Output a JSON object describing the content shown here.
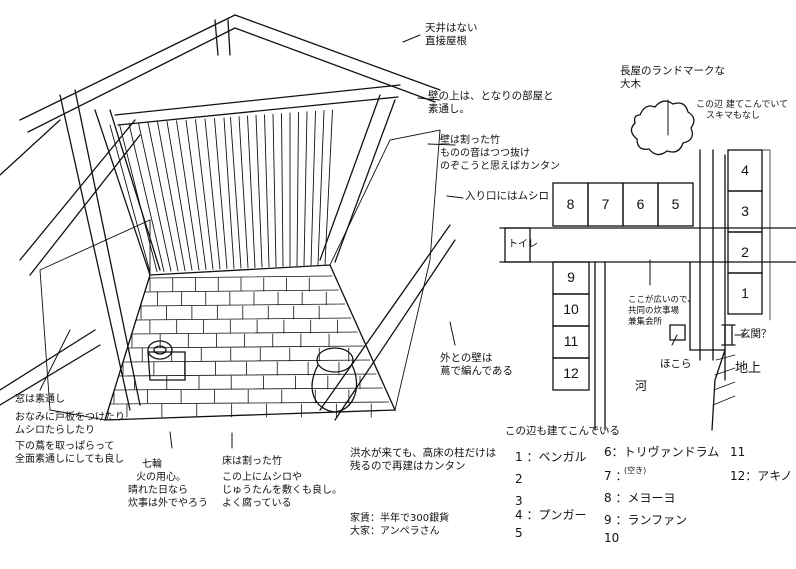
{
  "colors": {
    "ink": "#111111",
    "paper": "#ffffff"
  },
  "room_notes": {
    "roof": [
      "天井はない",
      "直接屋根"
    ],
    "wall_top": [
      "壁の上は、となりの部屋と",
      "素通し。"
    ],
    "wall_bamboo": [
      "壁は割った竹",
      "ものの音はつつ抜け",
      "のぞこうと思えばカンタン"
    ],
    "entrance": "入り口にはムシロ",
    "outer_wall": [
      "外との壁は",
      "蔦で編んである"
    ],
    "window": [
      "窓は素通し",
      "おなみに戸板をつけたり",
      "ムシロたらしたり",
      "下の蔦を取っぱらって",
      "全面素通しにしても良し"
    ],
    "stove": [
      "七輪",
      "火の用心。",
      "晴れた日なら",
      "炊事は外でやろう"
    ],
    "floor": [
      "床は割った竹",
      "この上にムシロや",
      "じゅうたんを敷くも良し。",
      "よく腐っている"
    ],
    "flood": [
      "洪水が来ても、高床の柱だけは",
      "残るので再建はカンタン"
    ],
    "rent": [
      "家賃：半年で300銀貨",
      "大家：アンペラさん"
    ]
  },
  "map": {
    "toilet": "トイレ",
    "tree_note": [
      "長屋のランドマークな",
      "大木"
    ],
    "crowded_note": [
      "この辺 建てこんでいて",
      "スキマもなし"
    ],
    "kitchen_note": [
      "ここが広いので、",
      "共同の炊事場",
      "兼集会所"
    ],
    "entrance_note": "玄関？",
    "shrine": "ほこら",
    "river": "河",
    "ground": "地上",
    "rooms_top": [
      "8",
      "7",
      "6",
      "5"
    ],
    "rooms_right": [
      "4",
      "3",
      "2",
      "1"
    ],
    "rooms_left": [
      "9",
      "10",
      "11",
      "12"
    ]
  },
  "residents": {
    "heading": "この辺も建てこんでいる",
    "col1": [
      "1 ：ベンガル",
      "2",
      "3",
      "4 ：プンガー",
      "5"
    ],
    "col2": [
      "6：トリヴァンドラム",
      "7 ：",
      "8 ：メヨーヨ",
      "9 ：ランファン",
      "10"
    ],
    "col2_small": "(空き)",
    "col3": [
      "11",
      "12：アキノ"
    ]
  }
}
